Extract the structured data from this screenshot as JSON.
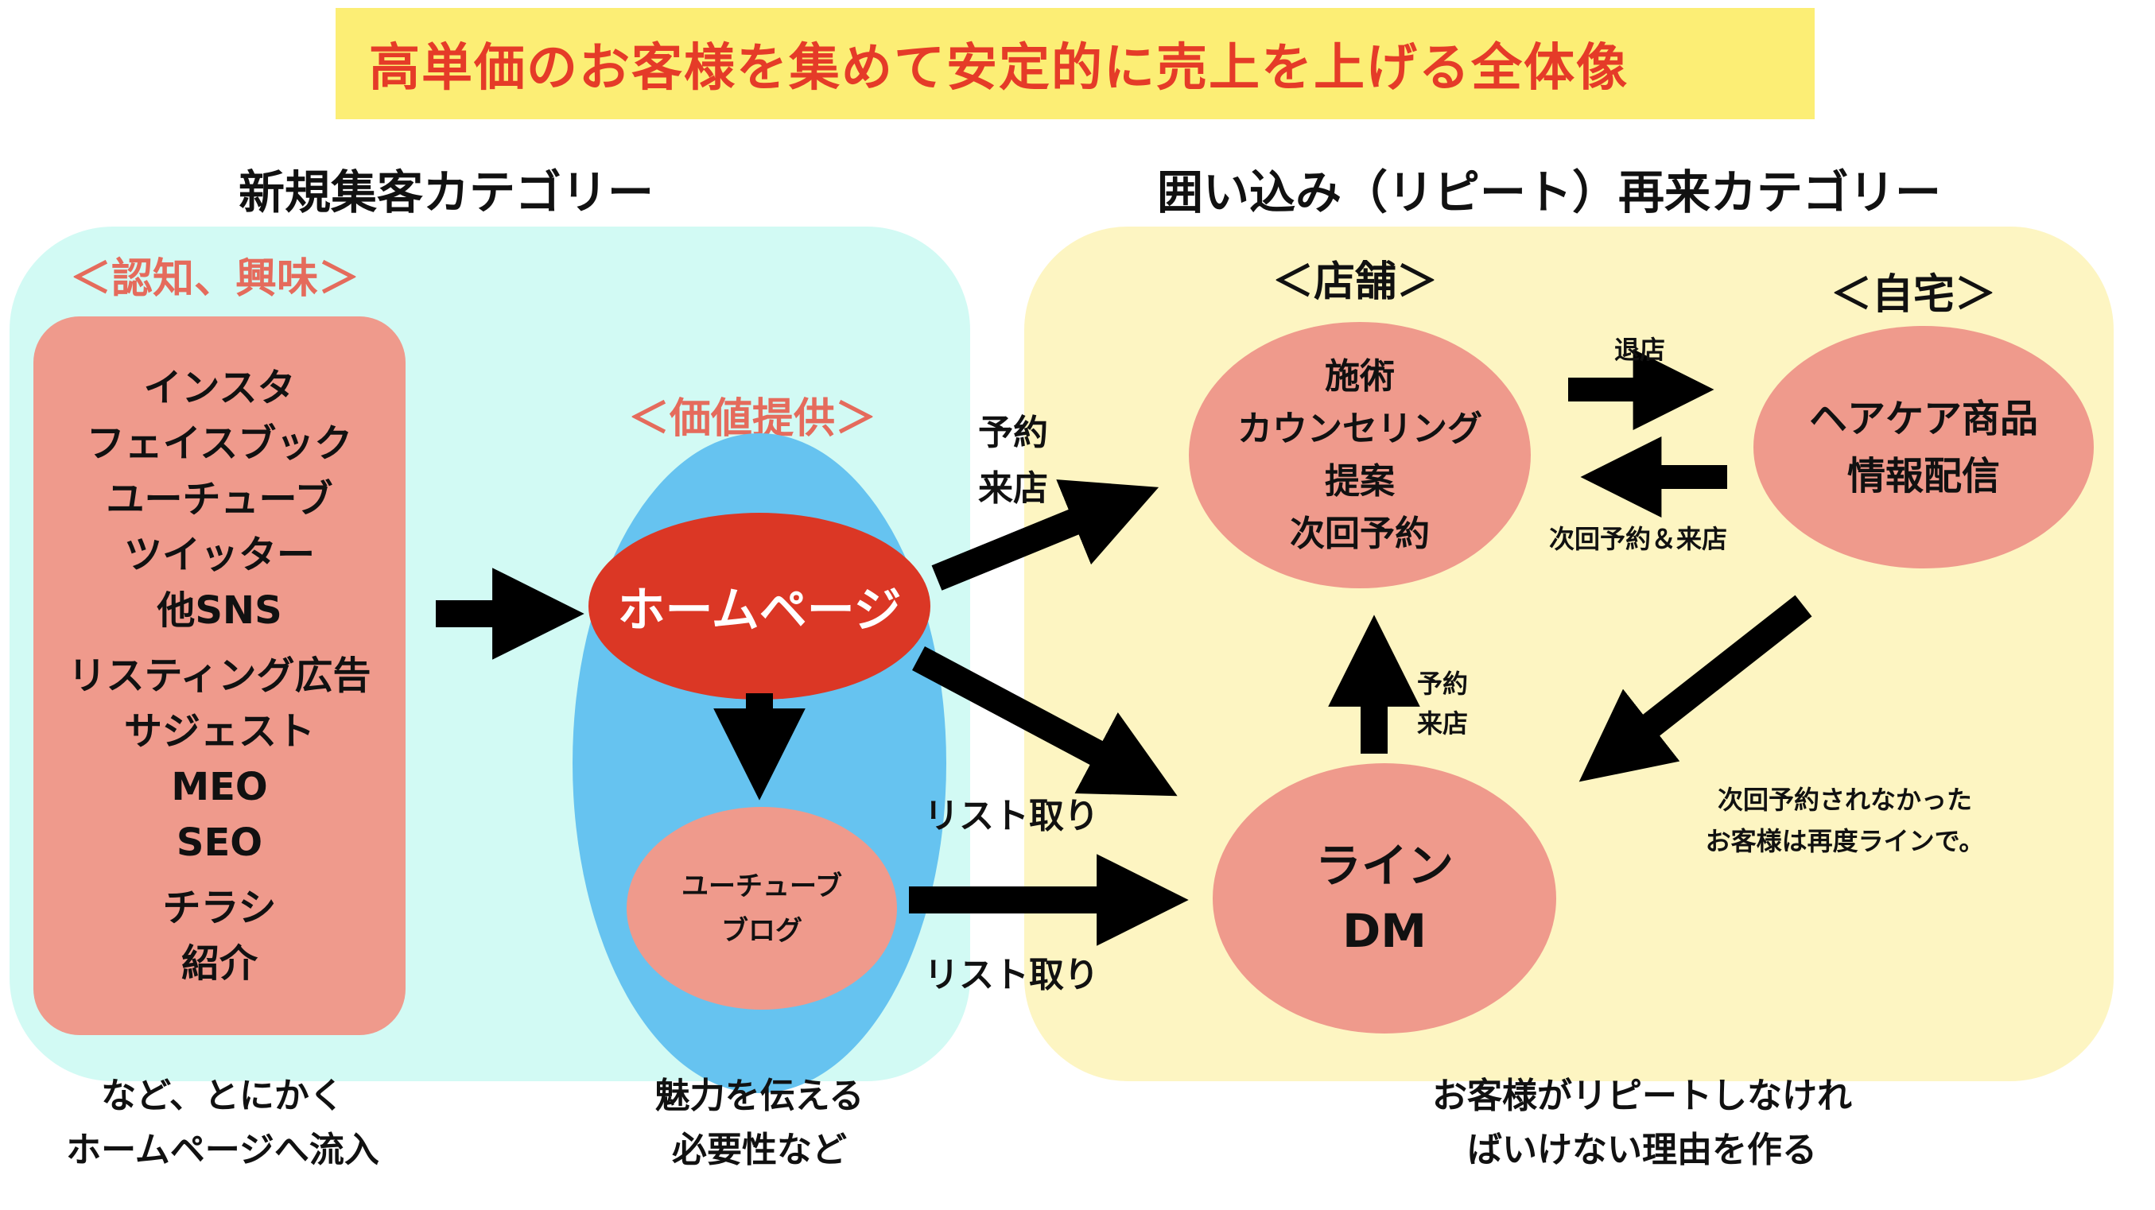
{
  "title": "高単価のお客様を集めて安定的に売上を上げる全体像",
  "colors": {
    "title_bg": "#fcee75",
    "title_text": "#e53b28",
    "left_region": "#d2faf4",
    "right_region": "#fdf5c2",
    "pink_node": "#ef9a8c",
    "red_node": "#db3725",
    "blue_ellipse": "#66c3f0",
    "bracket_label": "#e56b5c"
  },
  "left_category": {
    "heading": "新規集客カテゴリー",
    "awareness_label": "＜認知、興味＞",
    "channels": [
      "インスタ",
      "フェイスブック",
      "ユーチューブ",
      "ツイッター",
      "他SNS",
      "リスティング広告",
      "サジェスト",
      "MEO",
      "SEO",
      "チラシ",
      "紹介"
    ],
    "value_label": "＜価値提供＞",
    "homepage": "ホームページ",
    "youtube_blog": [
      "ユーチューブ",
      "ブログ"
    ]
  },
  "right_category": {
    "heading": "囲い込み（リピート）再来カテゴリー",
    "store_label": "＜店舗＞",
    "home_label": "＜自宅＞",
    "store_node": [
      "施術",
      "カウンセリング",
      "提案",
      "次回予約"
    ],
    "home_node": [
      "ヘアケア商品",
      "情報配信"
    ],
    "line_node": [
      "ライン",
      "DM"
    ]
  },
  "arrow_labels": {
    "reserve_visit": [
      "予約",
      "来店"
    ],
    "list_1": "リスト取り",
    "list_2": "リスト取り",
    "leave_store": "退店",
    "next_reserve": "次回予約＆来店",
    "reserve_visit_small": [
      "予約",
      "来店"
    ],
    "no_reserve": [
      "次回予約されなかった",
      "お客様は再度ラインで。"
    ]
  },
  "captions": {
    "left": [
      "など、とにかく",
      "ホームページへ流入"
    ],
    "middle": [
      "魅力を伝える",
      "必要性など"
    ],
    "right": [
      "お客様がリピートしなけれ",
      "ばいけない理由を作る"
    ]
  }
}
